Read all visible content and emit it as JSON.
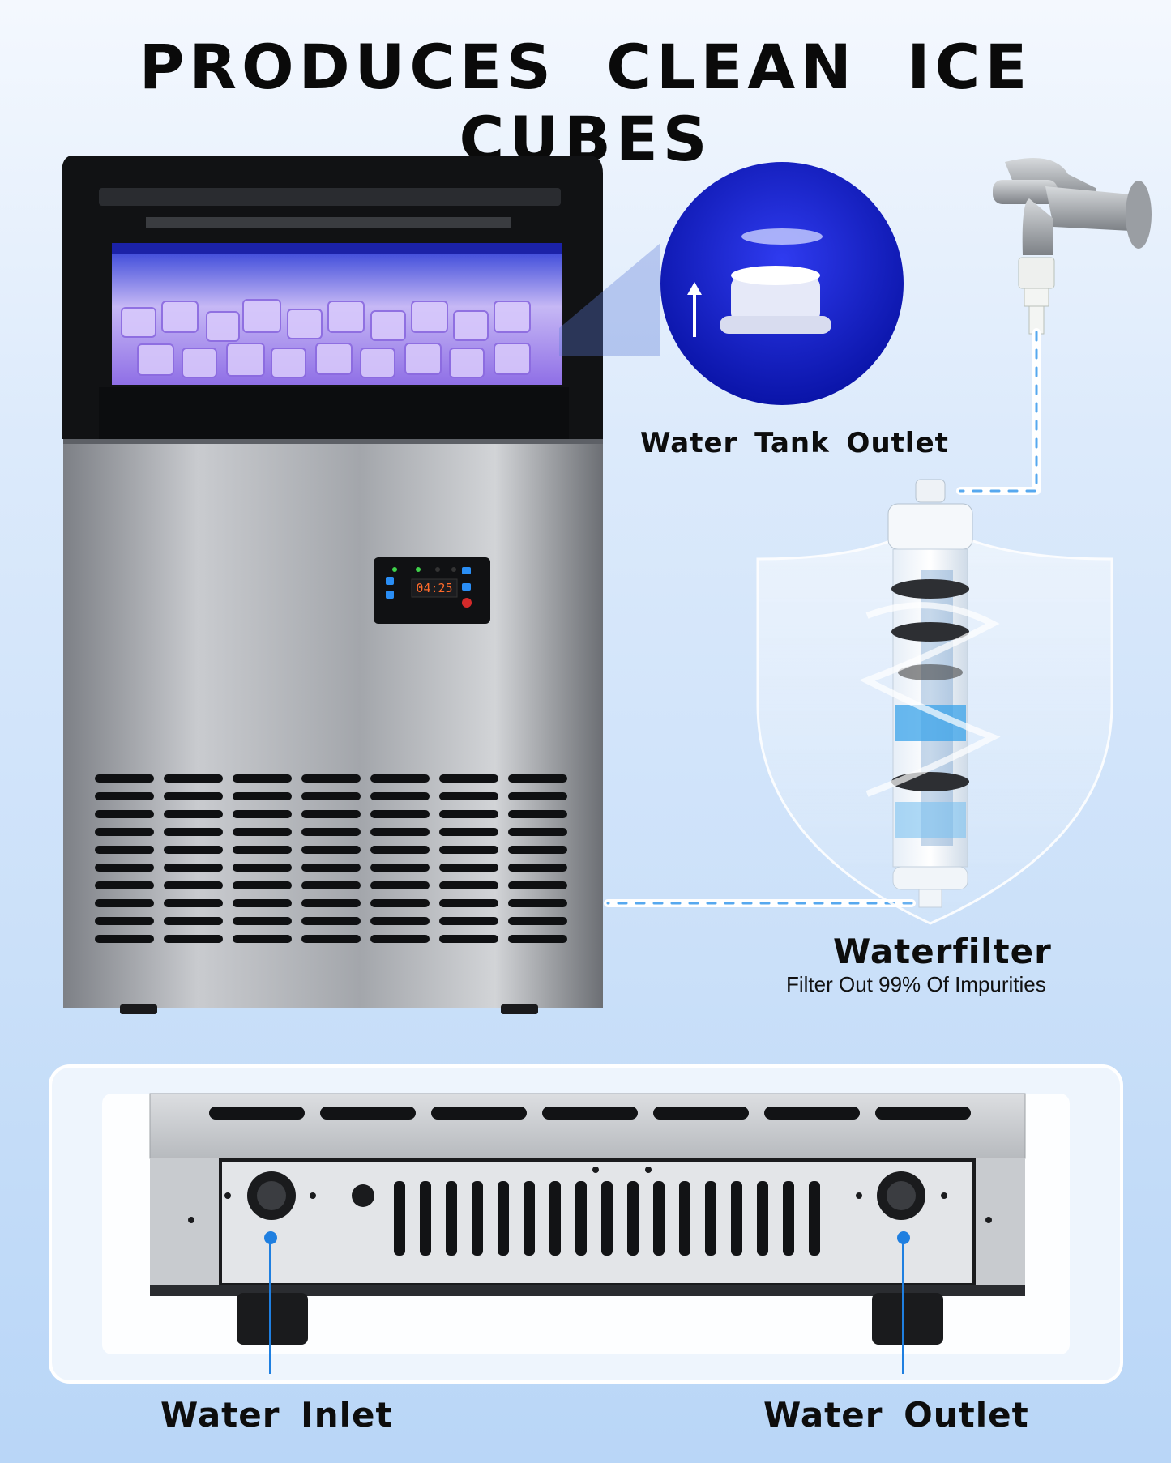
{
  "headline": "PRODUCES CLEAN ICE CUBES",
  "machine": {
    "display_time": "04:25"
  },
  "callouts": {
    "tank_outlet": "Water Tank Outlet",
    "filter_title": "Waterfilter",
    "filter_subtitle": "Filter Out 99% Of Impurities",
    "water_inlet": "Water Inlet",
    "water_outlet": "Water Outlet"
  },
  "colors": {
    "accent_blue": "#1f7fe0",
    "ice_glow": "#b89af0",
    "steel": "#a9acb1",
    "tank_blue": "#1828c8"
  },
  "icons": [
    "up-arrow-icon",
    "down-arrow-icon",
    "power-icon",
    "faucet-icon"
  ]
}
